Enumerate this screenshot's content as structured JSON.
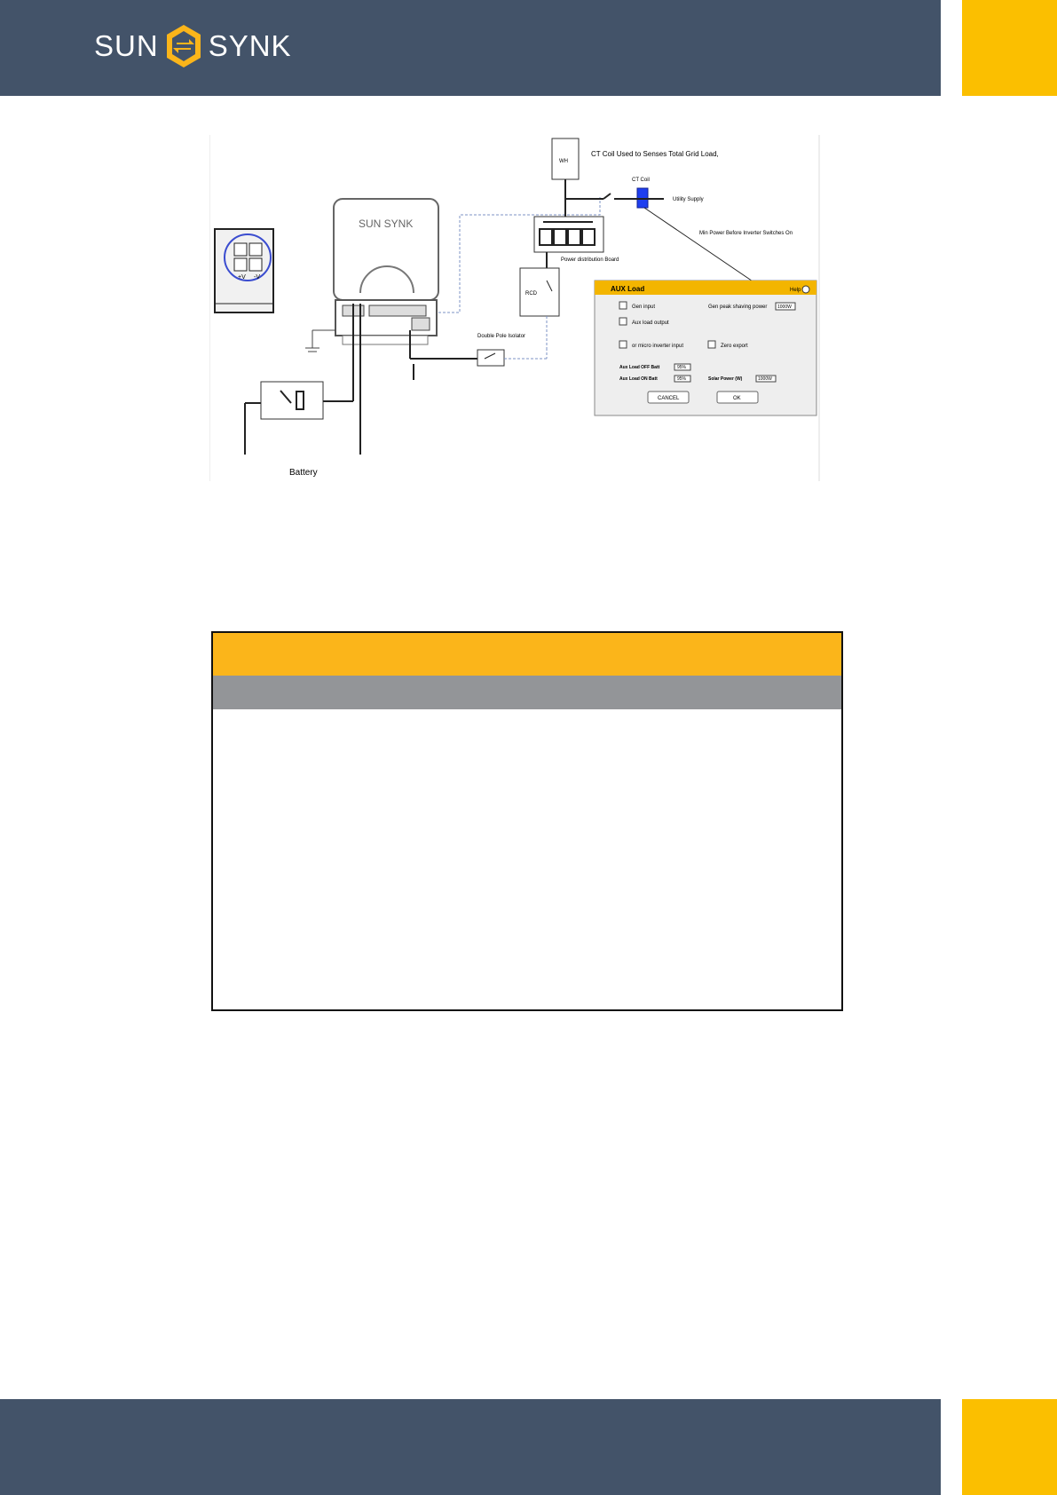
{
  "brand": {
    "logo_left": "SUN",
    "logo_right": "SYNK",
    "colors": {
      "header": "#435369",
      "accent": "#fbbf00",
      "table_header": "#fbb51a",
      "table_subheader": "#939598"
    }
  },
  "diagram": {
    "ct_title": "CT Coil Used to Senses Total Grid Load,",
    "ct_coil": "CT Coil",
    "utility": "Utility Supply",
    "meter": "WH",
    "min_power": "Min Power Before Inverter Switches On",
    "pdb": "Power distribution Board",
    "rcd": "RCD",
    "isolator": "Double Pole Isolator",
    "battery": "Battery",
    "inverter_logo": "SUN SYNK",
    "batt_pos": "+V",
    "batt_neg": "-V"
  },
  "dialog": {
    "title": "AUX Load",
    "help": "Help",
    "gen_input": "Gen input",
    "aux_output": "Aux load output",
    "micro_inverter": "or micro inverter input",
    "zero_export": "Zero export",
    "gen_peak_label": "Gen peak shaving power",
    "gen_peak_value": "1000W",
    "off_batt_label": "Aux Load OFF Batt",
    "off_batt_value": "95%",
    "on_batt_label": "Aux Load ON Batt",
    "on_batt_value": "95%",
    "solar_label": "Solar Power (W)",
    "solar_value": "1000W",
    "cancel": "CANCEL",
    "ok": "OK"
  }
}
